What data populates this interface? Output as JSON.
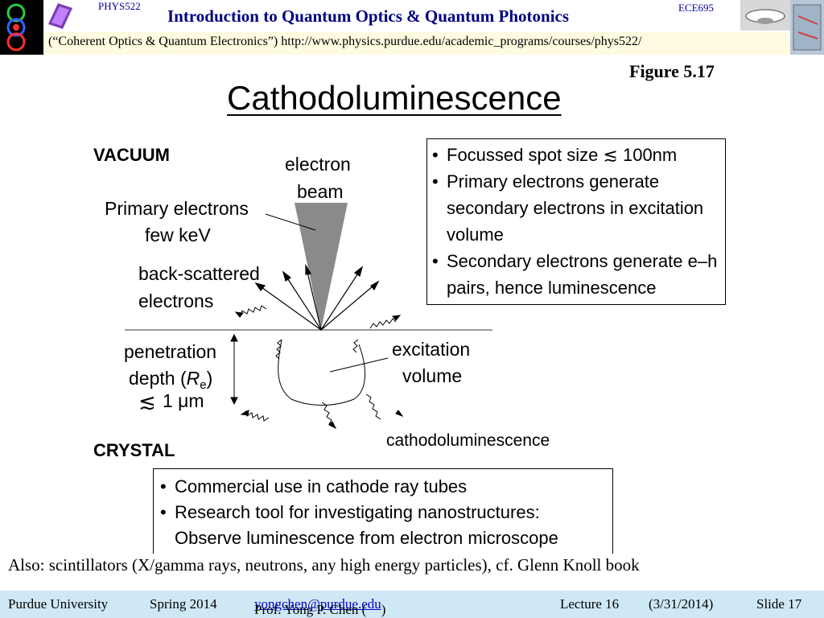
{
  "header": {
    "course_left": "PHYS522",
    "course_right": "ECE695",
    "title": "Introduction to Quantum Optics & Quantum Photonics",
    "subtitle": "(“Coherent Optics & Quantum Electronics”) http://www.physics.purdue.edu/academic_programs/courses/phys522/"
  },
  "figure": {
    "label": "Figure 5.17",
    "title": "Cathodoluminescence",
    "labels": {
      "vacuum": "VACUUM",
      "crystal": "CRYSTAL",
      "electron": "electron",
      "beam": "beam",
      "primary_1": "Primary electrons",
      "primary_2": "few keV",
      "back_1": "back-scattered",
      "back_2": "electrons",
      "pen_1": "penetration",
      "pen_2a": "depth (",
      "pen_2_R": "R",
      "pen_2_sub": "e",
      "pen_2b": ")",
      "pen_3": "1 μm",
      "exc_1": "excitation",
      "exc_2": "volume",
      "cl": "cathodoluminescence"
    },
    "box1": [
      "Focussed spot size ≲ 100nm",
      "Primary electrons generate secondary electrons in excitation volume",
      "Secondary electrons generate e–h pairs, hence luminescence"
    ],
    "box2": [
      "Commercial use in cathode ray tubes",
      "Research tool for investigating nanostructures: Observe luminescence from electron microscope"
    ]
  },
  "note": "Also: scintillators (X/gamma rays, neutrons, any high energy particles), cf. Glenn Knoll book",
  "footer": {
    "university": "Purdue University",
    "term": "Spring 2014",
    "prof_prefix": "Prof. Yong P. Chen (",
    "email": "yongchen@purdue.edu",
    "prof_suffix": ")",
    "lecture": "Lecture 16",
    "date": "(3/31/2014)",
    "slide": "Slide 17"
  },
  "colors": {
    "title": "#000080",
    "course_code": "#000099",
    "header_bar": "#fffbe0",
    "footer_bg": "#cfe8f5",
    "link": "#0000cc",
    "beam": "#8a8a8a"
  }
}
